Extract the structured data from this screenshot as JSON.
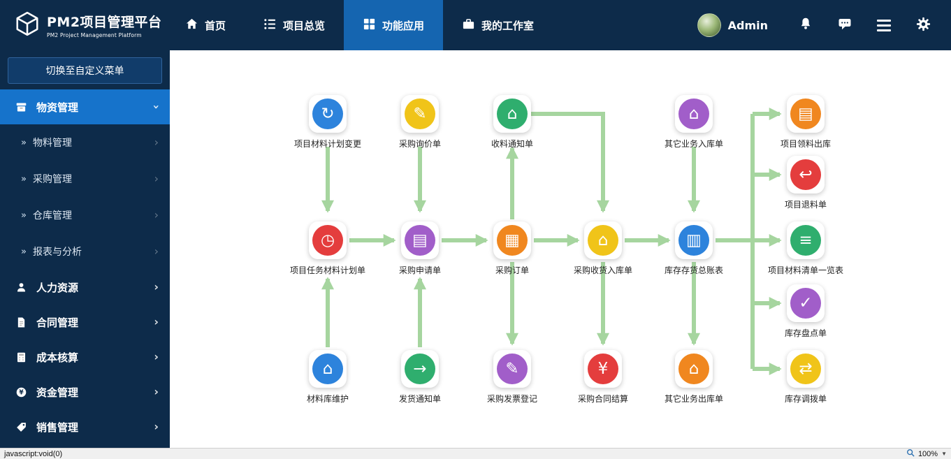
{
  "header": {
    "logo": {
      "title": "PM2项目管理平台",
      "subtitle": "PM2 Project Management Platform"
    },
    "nav": [
      {
        "label": "首页",
        "icon": "home-icon"
      },
      {
        "label": "项目总览",
        "icon": "list-icon"
      },
      {
        "label": "功能应用",
        "icon": "grid-icon",
        "active": true
      },
      {
        "label": "我的工作室",
        "icon": "workroom-icon"
      }
    ],
    "user_name": "Admin"
  },
  "sidebar": {
    "switch_button_label": "切换至自定义菜单",
    "menu": [
      {
        "label": "物资管理",
        "icon": "archive-icon",
        "active": true,
        "expanded": true,
        "children": [
          {
            "label": "物料管理"
          },
          {
            "label": "采购管理"
          },
          {
            "label": "仓库管理"
          },
          {
            "label": "报表与分析"
          }
        ]
      },
      {
        "label": "人力资源",
        "icon": "person-icon"
      },
      {
        "label": "合同管理",
        "icon": "contract-icon"
      },
      {
        "label": "成本核算",
        "icon": "calculator-icon"
      },
      {
        "label": "资金管理",
        "icon": "fund-icon"
      },
      {
        "label": "销售管理",
        "icon": "tag-icon"
      }
    ],
    "sub_prefix": "»",
    "chevron": "›"
  },
  "flow": {
    "arrow_color": "#a6d59f",
    "nodes": [
      {
        "label": "项目材料计划变更",
        "color": "#2d83dc",
        "glyph": "↻",
        "icon": "plan-change-icon"
      },
      {
        "label": "采购询价单",
        "color": "#f0c419",
        "glyph": "✎",
        "icon": "inquiry-icon"
      },
      {
        "label": "收料通知单",
        "color": "#2fae6e",
        "glyph": "⌂",
        "icon": "receive-notice-icon"
      },
      {
        "label": "其它业务入库单",
        "color": "#a15ec9",
        "glyph": "⌂",
        "icon": "other-inbound-icon"
      },
      {
        "label": "项目领料出库",
        "color": "#f0871f",
        "glyph": "▤",
        "icon": "project-material-issue-icon"
      },
      {
        "label": "项目退料单",
        "color": "#e43d3d",
        "glyph": "↩",
        "icon": "material-return-icon"
      },
      {
        "label": "项目任务材料计划单",
        "color": "#e43d3d",
        "glyph": "◷",
        "icon": "task-material-plan-icon"
      },
      {
        "label": "采购申请单",
        "color": "#a15ec9",
        "glyph": "▤",
        "icon": "purchase-request-icon"
      },
      {
        "label": "采购订单",
        "color": "#f0871f",
        "glyph": "▦",
        "icon": "purchase-order-icon"
      },
      {
        "label": "采购收货入库单",
        "color": "#f0c419",
        "glyph": "⌂",
        "icon": "purchase-receipt-inbound-icon"
      },
      {
        "label": "库存存货总账表",
        "color": "#2d83dc",
        "glyph": "▥",
        "icon": "inventory-ledger-icon"
      },
      {
        "label": "项目材料清单一览表",
        "color": "#2fae6e",
        "glyph": "≡",
        "icon": "material-list-icon"
      },
      {
        "label": "库存盘点单",
        "color": "#a15ec9",
        "glyph": "✓",
        "icon": "stocktake-icon"
      },
      {
        "label": "材料库维护",
        "color": "#2d83dc",
        "glyph": "⌂",
        "icon": "material-db-maintain-icon"
      },
      {
        "label": "发货通知单",
        "color": "#2fae6e",
        "glyph": "→",
        "icon": "delivery-notice-icon"
      },
      {
        "label": "采购发票登记",
        "color": "#a15ec9",
        "glyph": "✎",
        "icon": "invoice-register-icon"
      },
      {
        "label": "采购合同结算",
        "color": "#e43d3d",
        "glyph": "¥",
        "icon": "contract-settlement-icon"
      },
      {
        "label": "其它业务出库单",
        "color": "#f0871f",
        "glyph": "⌂",
        "icon": "other-outbound-icon"
      },
      {
        "label": "库存调拨单",
        "color": "#f0c419",
        "glyph": "⇄",
        "icon": "stock-transfer-icon"
      }
    ]
  },
  "statusbar": {
    "left_text": "javascript:void(0)",
    "zoom_label": "100%",
    "caret": "▼"
  }
}
